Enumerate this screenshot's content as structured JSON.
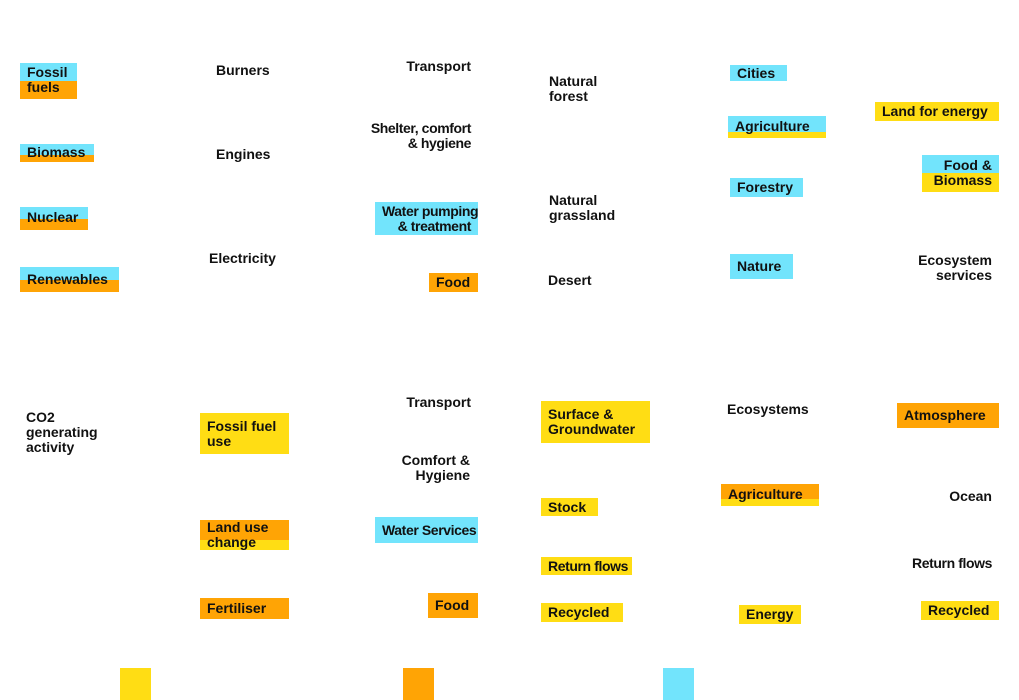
{
  "colors": {
    "yellow": "#ffdd14",
    "orange": "#ffa405",
    "cyan": "#72e4fc"
  },
  "top": {
    "sources": {
      "fossil_fuels": "Fossil\nfuels",
      "biomass": "Biomass",
      "nuclear": "Nuclear",
      "renewables": "Renewables"
    },
    "conversion": {
      "burners": "Burners",
      "engines": "Engines",
      "electricity": "Electricity"
    },
    "services": {
      "transport": "Transport",
      "shelter": "Shelter, comfort\n& hygiene",
      "water_pumping": "Water pumping\n& treatment",
      "food": "Food"
    },
    "land_types": {
      "natural_forest": "Natural\nforest",
      "natural_grassland": "Natural\ngrassland",
      "desert": "Desert"
    },
    "land_uses": {
      "cities": "Cities",
      "agriculture": "Agriculture",
      "forestry": "Forestry",
      "nature": "Nature"
    },
    "outputs": {
      "land_for_energy": "Land for energy",
      "food_biomass": "Food &\nBiomass",
      "ecosystem_services": "Ecosystem\nservices"
    }
  },
  "bottom": {
    "activity": {
      "co2": "CO2\ngenerating\nactivity"
    },
    "emission_sources": {
      "fossil_fuel_use": "Fossil fuel\nuse",
      "land_use_change": "Land use\nchange",
      "fertiliser": "Fertiliser"
    },
    "services": {
      "transport": "Transport",
      "comfort_hygiene": "Comfort &\nHygiene",
      "water_services": "Water Services",
      "food": "Food"
    },
    "water": {
      "surface_groundwater": "Surface &\nGroundwater",
      "stock": "Stock",
      "return_flows": "Return flows",
      "recycled": "Recycled"
    },
    "uses": {
      "ecosystems": "Ecosystems",
      "agriculture": "Agriculture",
      "energy": "Energy"
    },
    "sinks": {
      "atmosphere": "Atmosphere",
      "ocean": "Ocean",
      "return_flows": "Return flows",
      "recycled": "Recycled"
    }
  }
}
